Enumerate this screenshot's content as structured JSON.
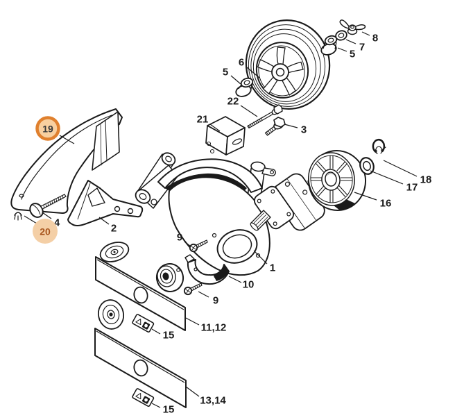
{
  "diagram": {
    "type": "exploded-parts-diagram",
    "background": "#ffffff",
    "line_color": "#1a1a1a",
    "highlight": {
      "ring_stroke": "#e0802e",
      "ring_fill": "#f8d0a0",
      "solid_fill": "#f4cfa6",
      "solid_text": "#a8561e"
    },
    "safety_label_icons": [
      "warning-triangle-icon",
      "pictogram-box-icon"
    ],
    "callouts": [
      {
        "text": "1"
      },
      {
        "text": "2"
      },
      {
        "text": "3"
      },
      {
        "text": "4"
      },
      {
        "text": "5"
      },
      {
        "text": "5"
      },
      {
        "text": "6"
      },
      {
        "text": "7"
      },
      {
        "text": "8"
      },
      {
        "text": "9"
      },
      {
        "text": "9"
      },
      {
        "text": "10"
      },
      {
        "text": "11,12"
      },
      {
        "text": "13,14"
      },
      {
        "text": "15"
      },
      {
        "text": "15"
      },
      {
        "text": "16"
      },
      {
        "text": "17"
      },
      {
        "text": "18"
      },
      {
        "text": "19",
        "highlighted": true,
        "marker": "ring-circle"
      },
      {
        "text": "20",
        "highlighted": true,
        "marker": "solid-circle"
      },
      {
        "text": "21"
      },
      {
        "text": "22"
      }
    ]
  }
}
